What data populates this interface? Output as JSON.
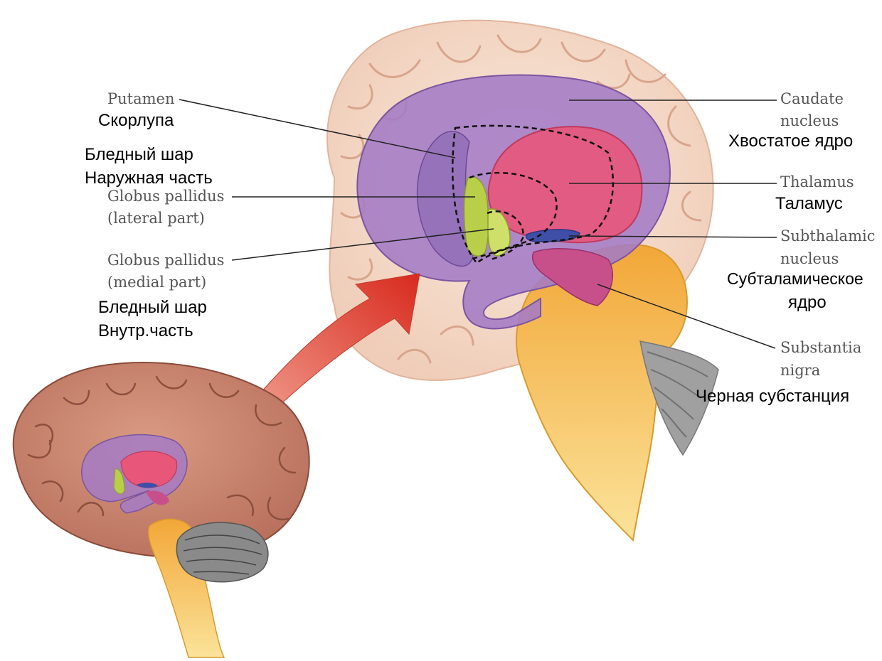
{
  "labels": {
    "putamen": {
      "en": "Putamen",
      "ru": "Скорлупа"
    },
    "gp_lateral": {
      "ru_1": "Бледный шар",
      "ru_2": "Наружная часть",
      "en_1": "Globus pallidus",
      "en_2": "(lateral part)"
    },
    "gp_medial": {
      "en_1": "Globus pallidus",
      "en_2": "(medial part)",
      "ru_1": "Бледный шар",
      "ru_2": "Внутр.часть"
    },
    "caudate": {
      "en_1": "Caudate",
      "en_2": "nucleus",
      "ru": "Хвостатое ядро"
    },
    "thalamus": {
      "en": "Thalamus",
      "ru": "Таламус"
    },
    "subthalamic": {
      "en_1": "Subthalamic",
      "en_2": "nucleus",
      "ru_1": "Субталамическое",
      "ru_2": "ядро"
    },
    "substantia_nigra": {
      "en_1": "Substantia",
      "en_2": "nigra",
      "ru": "Черная субстанция"
    }
  },
  "colors": {
    "cortex": "#f3d3bf",
    "brain_outer": "#c97f6a",
    "caudate_putamen": "#a47bc6",
    "thalamus": "#e8577a",
    "globus_pallidus": "#b9cf4a",
    "subthalamic": "#3f4fa8",
    "substantia_nigra": "#c8508a",
    "brainstem": "#f3b53c",
    "cerebellum": "#8a8a8a",
    "arrow": "#e0503a"
  }
}
